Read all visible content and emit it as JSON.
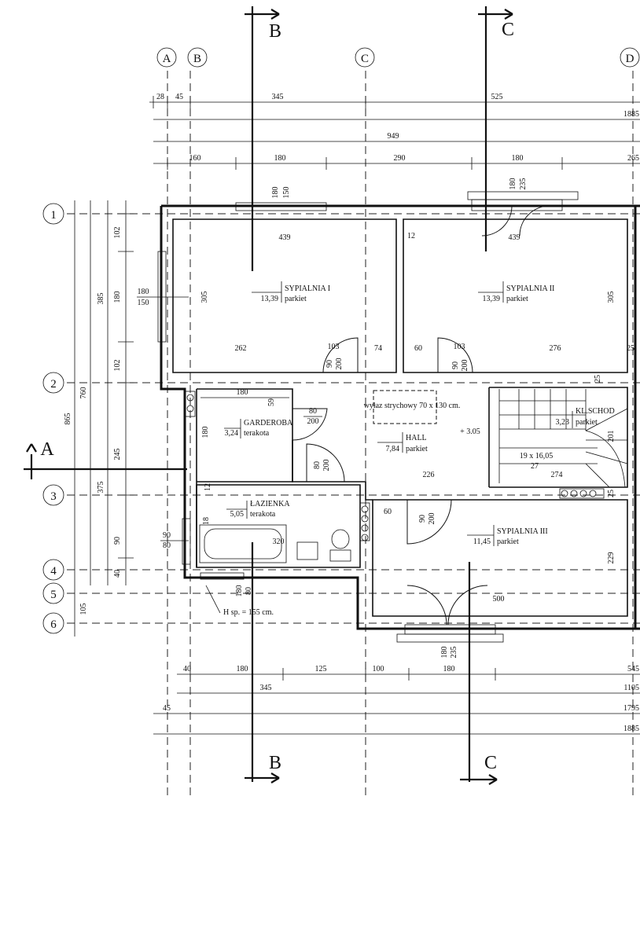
{
  "grid_columns": [
    "A",
    "B",
    "C",
    "D"
  ],
  "grid_rows": [
    "1",
    "2",
    "3",
    "4",
    "5",
    "6"
  ],
  "sections": {
    "b": "B",
    "c": "C",
    "a": "A"
  },
  "top_dims": {
    "row1": [
      "28",
      "45",
      "345",
      "525",
      "1885"
    ],
    "row2": [
      "949"
    ],
    "row3": [
      "160",
      "180",
      "290",
      "180",
      "265"
    ]
  },
  "bottom_dims": {
    "row1": [
      "40",
      "180",
      "125",
      "100",
      "180",
      "545"
    ],
    "row2": [
      "345",
      "1105"
    ],
    "row3": [
      "45",
      "1795"
    ],
    "row4": [
      "1885"
    ]
  },
  "left_dims": [
    "102",
    "180",
    "102",
    "385",
    "760",
    "865",
    "245",
    "375",
    "90",
    "40",
    "105"
  ],
  "rooms": {
    "sypialnia1": {
      "name": "SYPIALNIA I",
      "area": "13,39",
      "floor": "parkiet"
    },
    "sypialnia2": {
      "name": "SYPIALNIA II",
      "area": "13,39",
      "floor": "parkiet"
    },
    "garderoba": {
      "name": "GARDEROBA",
      "area": "3,24",
      "floor": "terakota"
    },
    "hall": {
      "name": "HALL",
      "area": "7,84",
      "floor": "parkiet"
    },
    "klschod": {
      "name": "KL.SCHOD",
      "area": "3,23",
      "floor": "parkiet"
    },
    "lazienka": {
      "name": "ŁAZIENKA",
      "area": "5,05",
      "floor": "terakota"
    },
    "sypialnia3": {
      "name": "SYPIALNIA III",
      "area": "11,45",
      "floor": "parkiet"
    }
  },
  "interior_dims": {
    "s1_width": "439",
    "s1_height": "305",
    "s1_left": "262",
    "s1_door": "103",
    "s1_74": "74",
    "s1_win": "180",
    "s1_win2": "150",
    "s1_side_win": "180",
    "s1_side_win2": "150",
    "s1_door_h1": "90",
    "s1_door_h2": "200",
    "s2_12": "12",
    "s2_width": "439",
    "s2_height": "305",
    "s2_60": "60",
    "s2_door": "103",
    "s2_276": "276",
    "s2_25": "25",
    "s2_win": "180",
    "s2_win2": "235",
    "s2_door_h1": "90",
    "s2_door_h2": "200",
    "gard_width": "180",
    "gard_59": "59",
    "gard_180": "180",
    "gard_door1": "80",
    "gard_door2": "200",
    "hall_attic": "wyłaz strychowy 70 x 130 cm.",
    "hall_level": "+ 3.05",
    "hall_226": "226",
    "hall_door1": "80",
    "hall_door2": "200",
    "stair_spec": "19 x 16,05",
    "stair_27": "27",
    "stair_274": "274",
    "stair_201": "201",
    "stair_25": "25",
    "stair_25b": "25",
    "laz_12": "12",
    "laz_18": "18",
    "laz_320": "320",
    "laz_90": "90",
    "laz_80": "80",
    "laz_60": "60",
    "laz_win1": "180",
    "laz_win2": "80",
    "laz_h": "H sp. = 155 cm.",
    "s3_door1": "90",
    "s3_door2": "200",
    "s3_229": "229",
    "s3_500": "500",
    "s3_win1": "180",
    "s3_win2": "235"
  }
}
